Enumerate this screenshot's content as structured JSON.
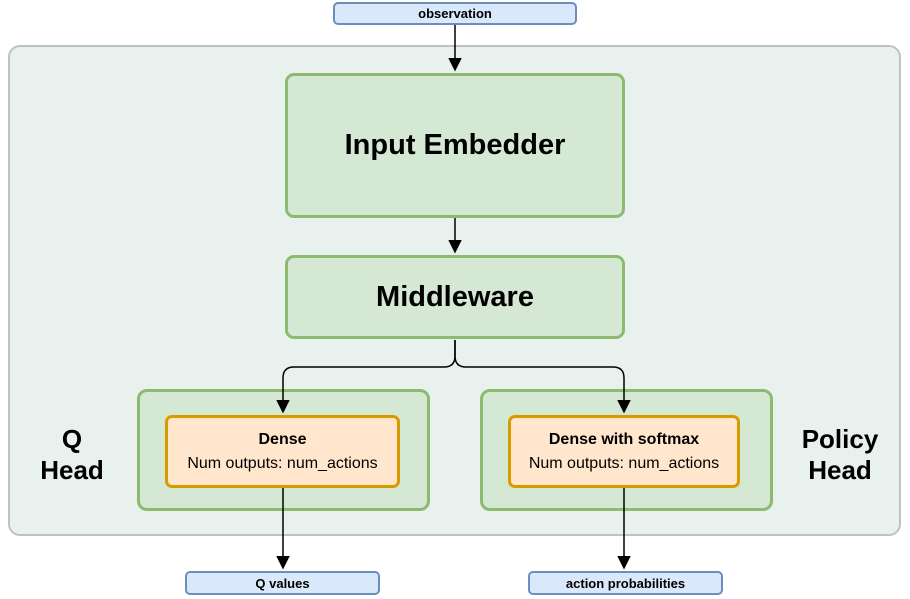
{
  "colors": {
    "container_fill": "#e9f1ee",
    "container_stroke": "#bcc4c0",
    "green_fill": "#d5e8d4",
    "green_stroke": "#8cbb70",
    "orange_fill": "#ffe6cc",
    "orange_stroke": "#d79b00",
    "blue_fill": "#dae8fc",
    "blue_stroke": "#6c8ebf",
    "arrow": "#000000",
    "text": "#000000"
  },
  "nodes": {
    "observation": {
      "label": "observation"
    },
    "input_embedder": {
      "label": "Input Embedder"
    },
    "middleware": {
      "label": "Middleware"
    },
    "q_head": {
      "title_line1": "Q",
      "title_line2": "Head",
      "dense": {
        "title": "Dense",
        "subtitle": "Num outputs: num_actions"
      },
      "output": {
        "label": "Q values"
      }
    },
    "policy_head": {
      "title_line1": "Policy",
      "title_line2": "Head",
      "dense": {
        "title": "Dense with softmax",
        "subtitle": "Num outputs: num_actions"
      },
      "output": {
        "label": "action probabilities"
      }
    }
  }
}
